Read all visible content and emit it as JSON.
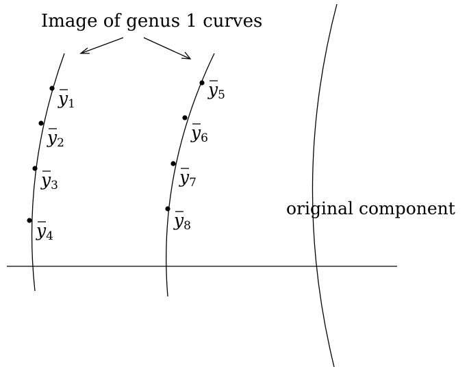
{
  "diagram": {
    "title": "Image of genus 1 curves",
    "component_label": "original component",
    "point_letter": "y",
    "points": [
      {
        "sub": "1"
      },
      {
        "sub": "2"
      },
      {
        "sub": "3"
      },
      {
        "sub": "4"
      },
      {
        "sub": "5"
      },
      {
        "sub": "6"
      },
      {
        "sub": "7"
      },
      {
        "sub": "8"
      }
    ]
  }
}
